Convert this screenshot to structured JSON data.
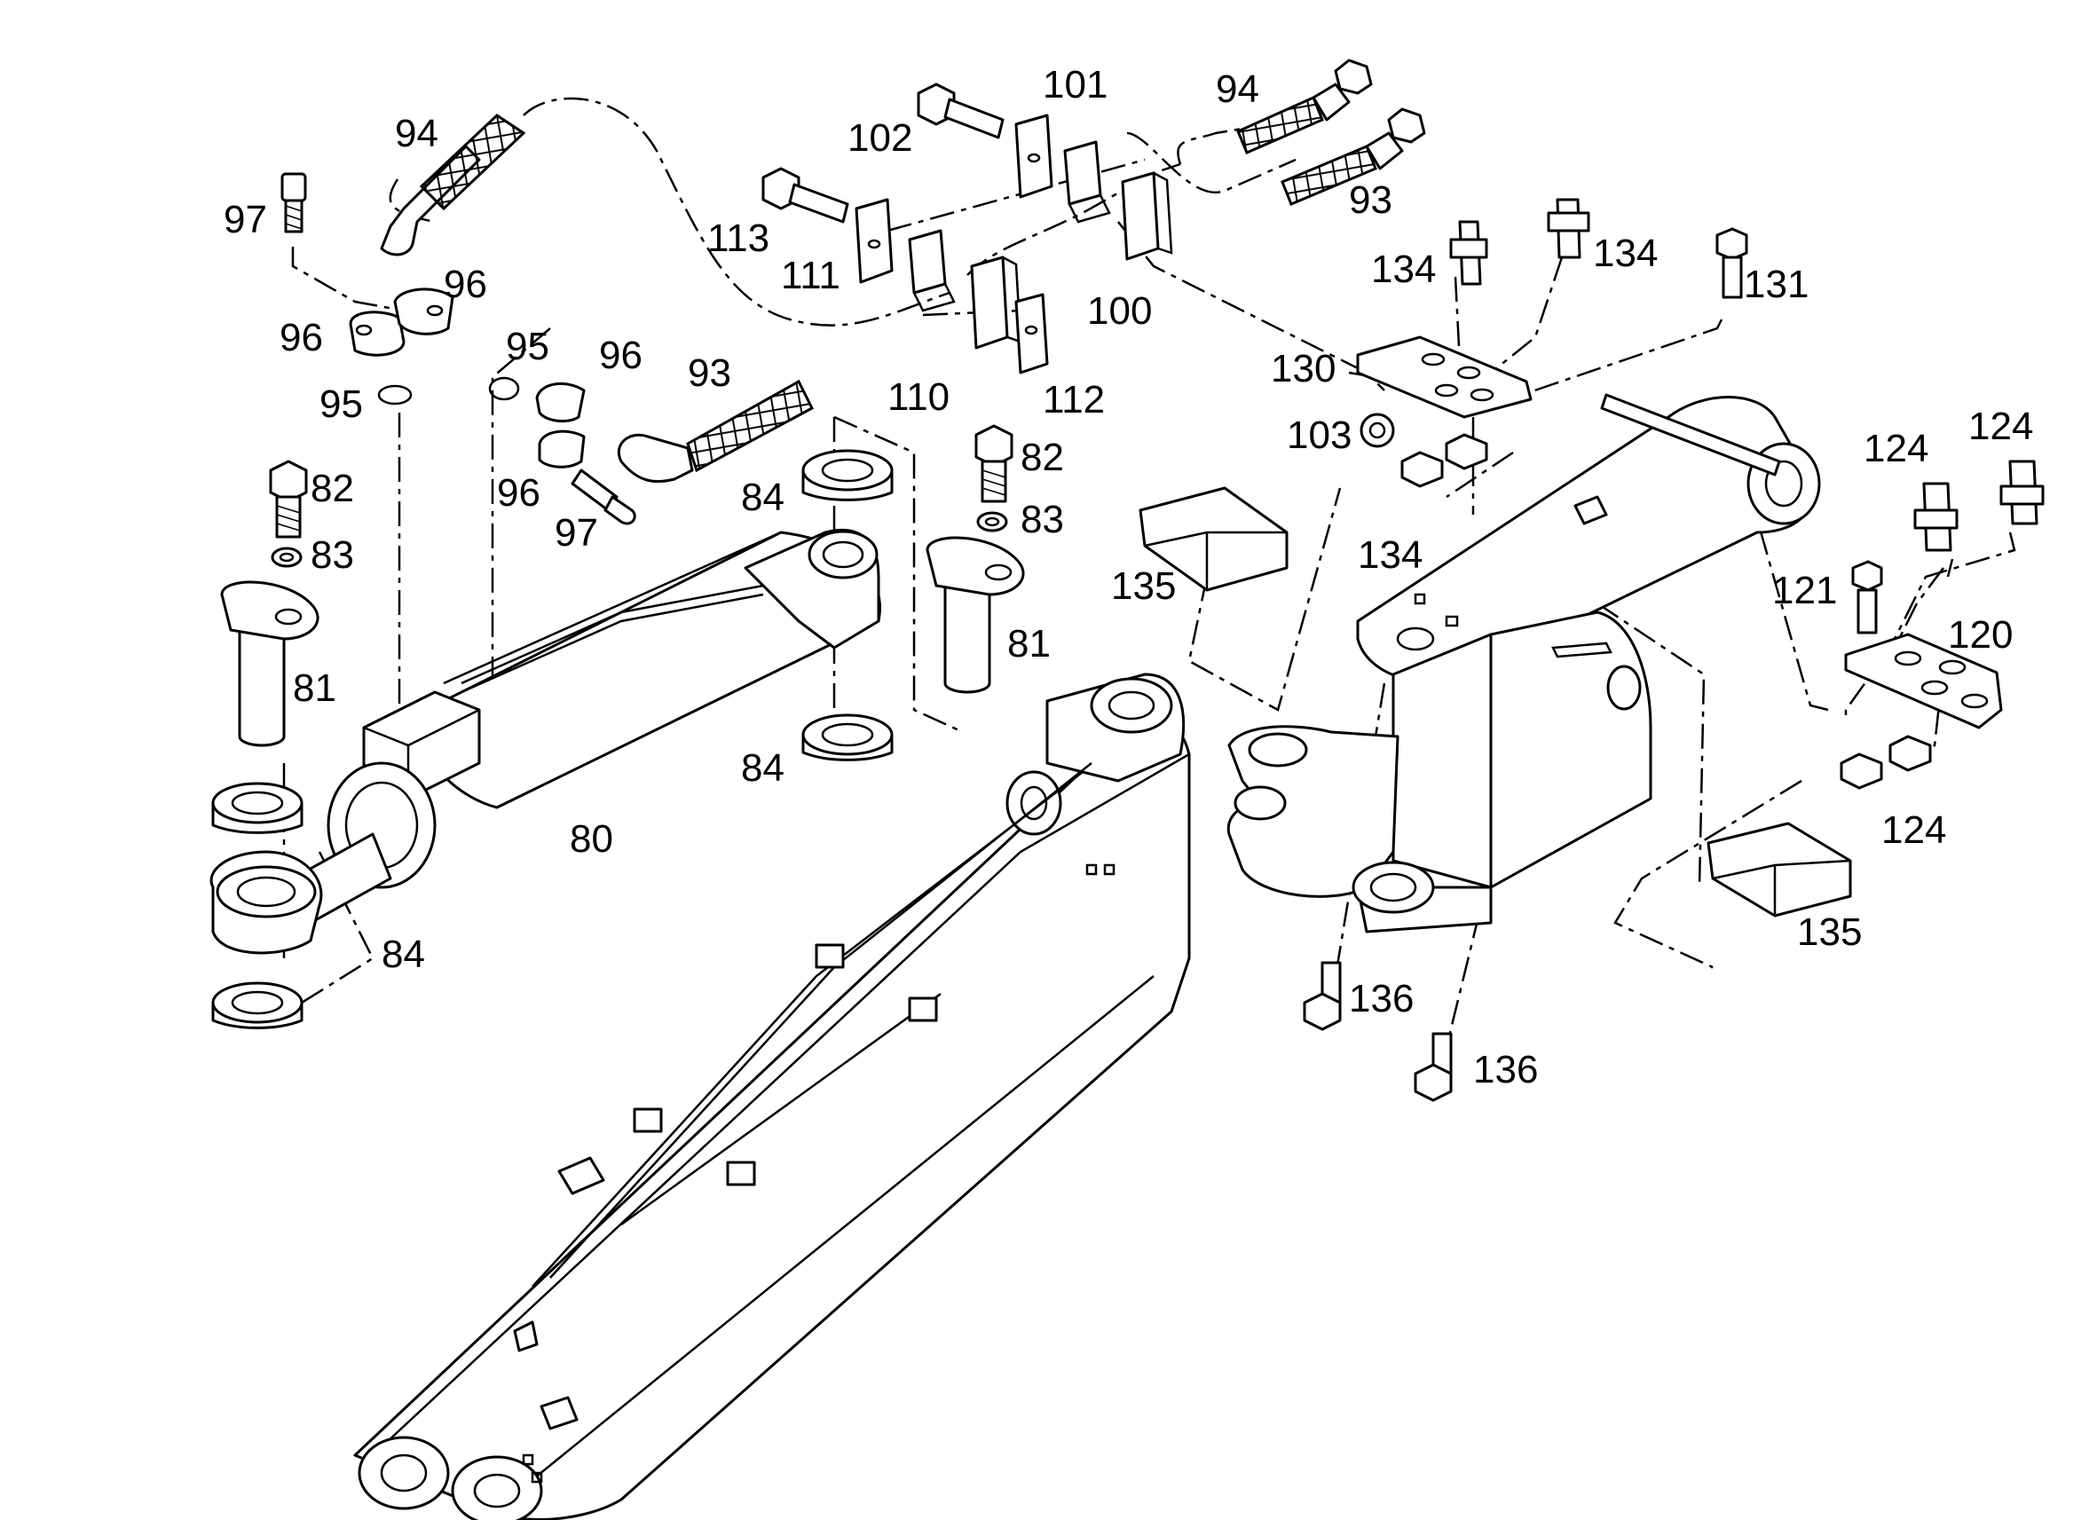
{
  "labels": [
    {
      "id": "l80",
      "text": "80"
    },
    {
      "id": "l81a",
      "text": "81"
    },
    {
      "id": "l81b",
      "text": "81"
    },
    {
      "id": "l82a",
      "text": "82"
    },
    {
      "id": "l82b",
      "text": "82"
    },
    {
      "id": "l83a",
      "text": "83"
    },
    {
      "id": "l83b",
      "text": "83"
    },
    {
      "id": "l84a",
      "text": "84"
    },
    {
      "id": "l84b",
      "text": "84"
    },
    {
      "id": "l84c",
      "text": "84"
    },
    {
      "id": "l93a",
      "text": "93"
    },
    {
      "id": "l93b",
      "text": "93"
    },
    {
      "id": "l94a",
      "text": "94"
    },
    {
      "id": "l94b",
      "text": "94"
    },
    {
      "id": "l95a",
      "text": "95"
    },
    {
      "id": "l95b",
      "text": "95"
    },
    {
      "id": "l96a",
      "text": "96"
    },
    {
      "id": "l96b",
      "text": "96"
    },
    {
      "id": "l96c",
      "text": "96"
    },
    {
      "id": "l96d",
      "text": "96"
    },
    {
      "id": "l97a",
      "text": "97"
    },
    {
      "id": "l97b",
      "text": "97"
    },
    {
      "id": "l100",
      "text": "100"
    },
    {
      "id": "l101",
      "text": "101"
    },
    {
      "id": "l102",
      "text": "102"
    },
    {
      "id": "l103",
      "text": "103"
    },
    {
      "id": "l110",
      "text": "110"
    },
    {
      "id": "l111",
      "text": "111"
    },
    {
      "id": "l112",
      "text": "112"
    },
    {
      "id": "l113",
      "text": "113"
    },
    {
      "id": "l120",
      "text": "120"
    },
    {
      "id": "l121",
      "text": "121"
    },
    {
      "id": "l124a",
      "text": "124"
    },
    {
      "id": "l124b",
      "text": "124"
    },
    {
      "id": "l124c",
      "text": "124"
    },
    {
      "id": "l130",
      "text": "130"
    },
    {
      "id": "l131",
      "text": "131"
    },
    {
      "id": "l134a",
      "text": "134"
    },
    {
      "id": "l134b",
      "text": "134"
    },
    {
      "id": "l134c",
      "text": "134"
    },
    {
      "id": "l135a",
      "text": "135"
    },
    {
      "id": "l135b",
      "text": "135"
    },
    {
      "id": "l136a",
      "text": "136"
    },
    {
      "id": "l136b",
      "text": "136"
    }
  ]
}
